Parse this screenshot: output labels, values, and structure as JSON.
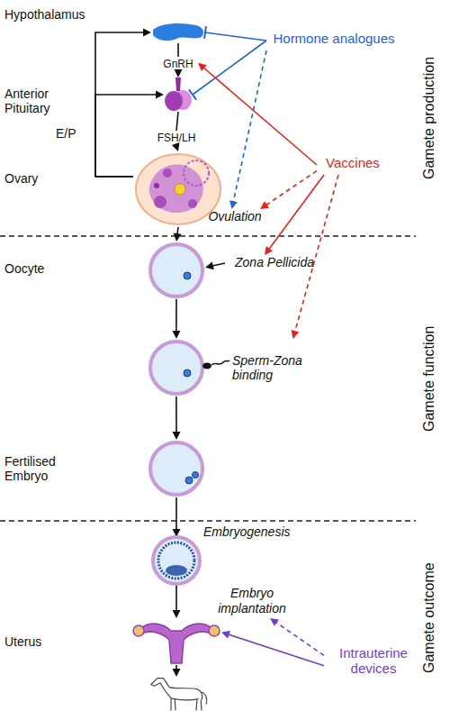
{
  "diagram": {
    "nodes": [
      {
        "text": [
          "Hypothalamus"
        ]
      },
      {
        "text": [
          "Hormone analogues"
        ]
      },
      {
        "text": [
          "GnRH"
        ]
      },
      {
        "text": [
          "Anterior Pituitary"
        ]
      },
      {
        "text": [
          "FSH/LH"
        ]
      },
      {
        "text": [
          "Vaccines"
        ]
      },
      {
        "text": [
          "Ovary"
        ]
      },
      {
        "text": [
          "Ovulation"
        ]
      },
      {
        "text": [
          "Oocyte"
        ]
      },
      {
        "text": [
          "Zona Pellicida"
        ]
      },
      {
        "text": [
          "Sperm-Zona binding"
        ]
      },
      {
        "text": [
          "Fertilised Embryo"
        ]
      },
      {
        "text": [
          "Embryo implantation"
        ]
      },
      {
        "text": [
          "Uterus"
        ]
      },
      {
        "text": [
          "Intrauterine devices"
        ]
      }
    ],
    "edges": [
      {
        "from": 0,
        "to": 2,
        "arrow": "none"
      },
      {
        "from": 2,
        "to": 3,
        "arrow": "to"
      },
      {
        "from": 3,
        "to": 4,
        "arrow": "none"
      },
      {
        "from": 4,
        "to": 6,
        "arrow": "to"
      },
      {
        "from": 6,
        "to": 0,
        "label": "E/P",
        "arrow": "to"
      },
      {
        "from": 6,
        "to": 3,
        "arrow": "to"
      },
      {
        "from": 1,
        "to": 0,
        "arrow": "to"
      },
      {
        "from": 1,
        "to": 3,
        "arrow": "to"
      },
      {
        "from": 1,
        "to": 7,
        "arrow": "to"
      },
      {
        "from": 5,
        "to": 2,
        "arrow": "to"
      },
      {
        "from": 5,
        "to": 7,
        "arrow": "to"
      },
      {
        "from": 5,
        "to": 9,
        "arrow": "to"
      },
      {
        "from": 5,
        "to": 10,
        "arrow": "to"
      },
      {
        "from": 6,
        "to": 8,
        "arrow": "to"
      },
      {
        "from": 9,
        "to": 8,
        "arrow": "to"
      },
      {
        "from": 8,
        "to": 10,
        "arrow": "to"
      },
      {
        "from": 10,
        "to": 11,
        "arrow": "to"
      },
      {
        "from": 14,
        "to": 12,
        "arrow": "to"
      },
      {
        "from": 14,
        "to": 13,
        "arrow": "to"
      }
    ],
    "labels": [
      "Gamete production",
      "Gamete function",
      "Gamete outcome",
      "Embryogenesis"
    ]
  }
}
